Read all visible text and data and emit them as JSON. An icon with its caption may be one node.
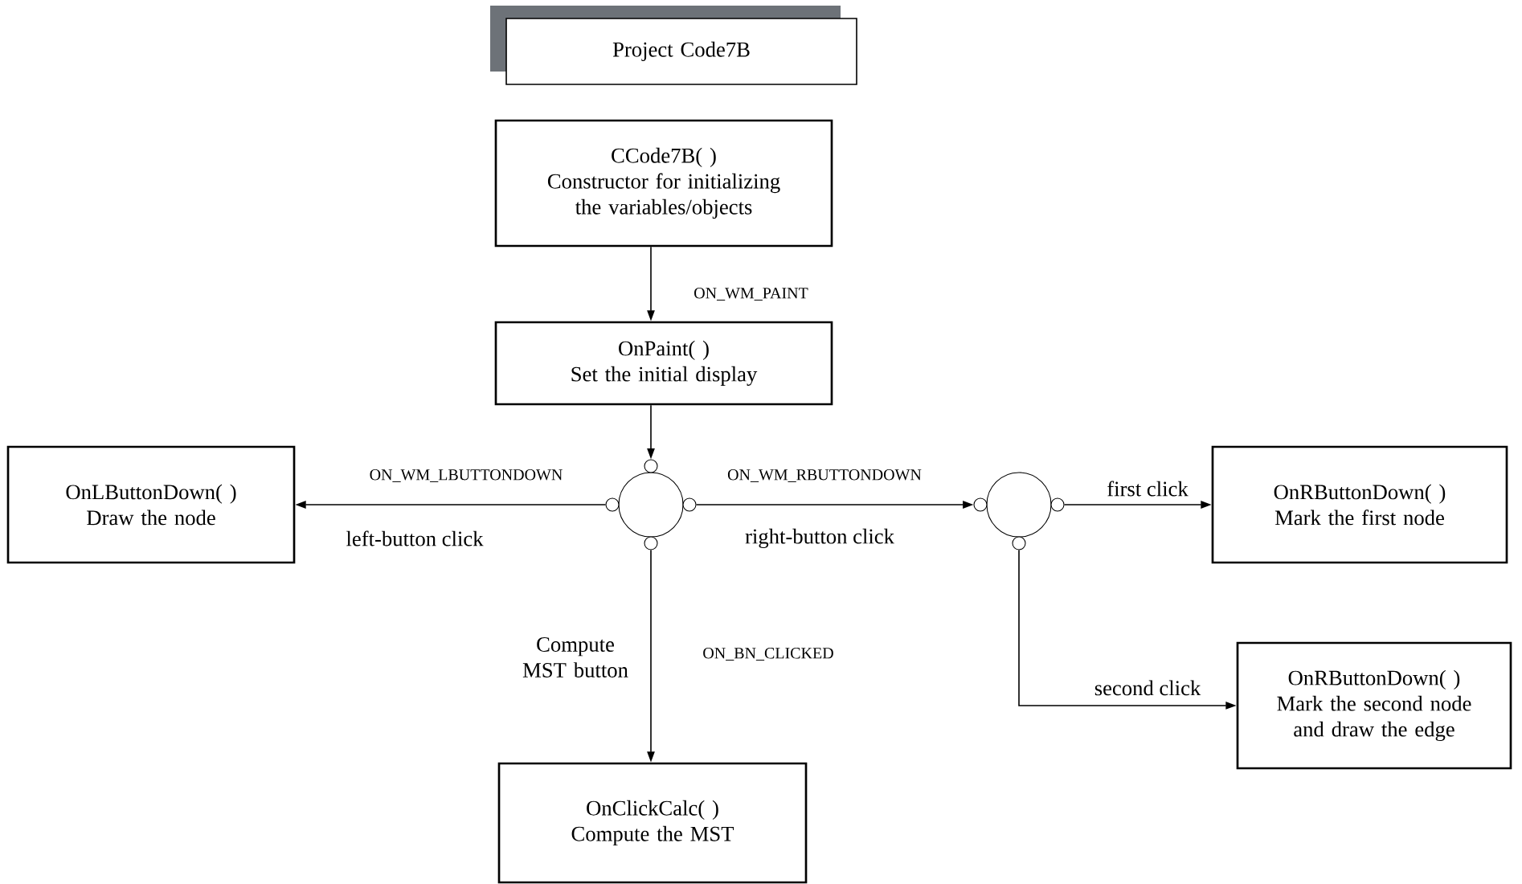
{
  "diagram": {
    "nodes": [
      {
        "text": [
          "Project Code7B"
        ]
      },
      {
        "text": [
          "CCode7B( )",
          "Constructor for initializing the variables/objects"
        ]
      },
      {
        "text": [
          "OnPaint( )",
          "Set the initial display"
        ]
      },
      {
        "text": [
          "OnLButtonDown( )",
          "Draw the node"
        ]
      },
      {
        "text": [],
        "shape": "circle"
      },
      {
        "text": [],
        "shape": "circle"
      },
      {
        "text": [
          "OnRButtonDown( )",
          "Mark the first node"
        ]
      },
      {
        "text": [
          "OnClickCalc( )",
          "Compute the MST"
        ]
      },
      {
        "text": [
          "OnRButtonDown( )",
          "Mark the second node and draw the edge"
        ]
      }
    ],
    "edges": [
      {
        "from": 1,
        "to": 2,
        "arrow": "to",
        "label": "ON_WM_PAINT"
      },
      {
        "from": 2,
        "to": 4,
        "arrow": "to"
      },
      {
        "from": 4,
        "to": 3,
        "arrow": "to",
        "label": "ON_WM_LBUTTONDOWN"
      },
      {
        "from": 4,
        "to": 5,
        "arrow": "to",
        "label": "ON_WM_RBUTTONDOWN"
      },
      {
        "from": 4,
        "to": 7,
        "arrow": "to",
        "label": "ON_BN_CLICKED"
      },
      {
        "from": 5,
        "to": 6,
        "arrow": "to",
        "label": "first click"
      },
      {
        "from": 5,
        "to": 8,
        "arrow": "to",
        "label": "second click"
      }
    ],
    "labels": [
      "left-button click",
      "right-button click",
      "Compute MST button"
    ]
  }
}
